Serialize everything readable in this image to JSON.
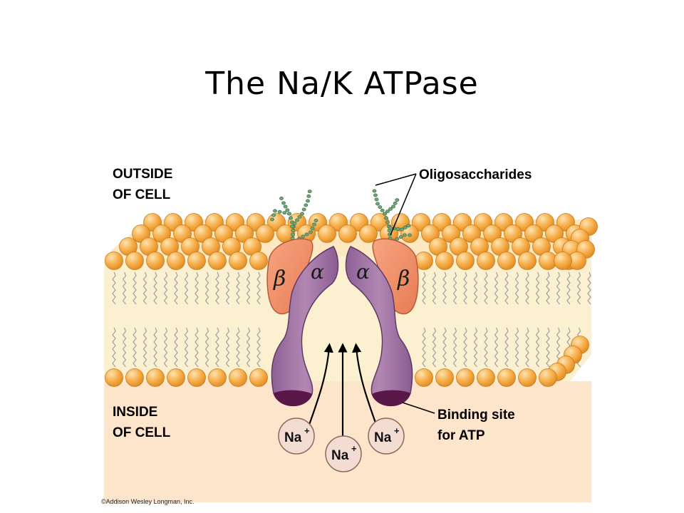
{
  "title": "The Na/K ATPase",
  "labels": {
    "outside_line1": "OUTSIDE",
    "outside_line2": "OF CELL",
    "inside_line1": "INSIDE",
    "inside_line2": "OF CELL",
    "oligosaccharides": "Oligosaccharides",
    "binding_line1": "Binding site",
    "binding_line2": "for ATP"
  },
  "subunits": {
    "beta": "β",
    "alpha": "α"
  },
  "ions": {
    "left": "Na",
    "center": "Na",
    "right": "Na",
    "charge": "+"
  },
  "copyright": "©Addison Wesley Longman, Inc.",
  "colors": {
    "lipid_head": "#f5a23a",
    "lipid_head_highlight": "#fcd9a0",
    "membrane_core": "#fcf3d2",
    "cytoplasm": "#fde5cc",
    "alpha_subunit": "#a87aa8",
    "beta_subunit": "#f0906a",
    "atp_site": "#5a1848",
    "oligosaccharide": "#4f8a5a"
  }
}
